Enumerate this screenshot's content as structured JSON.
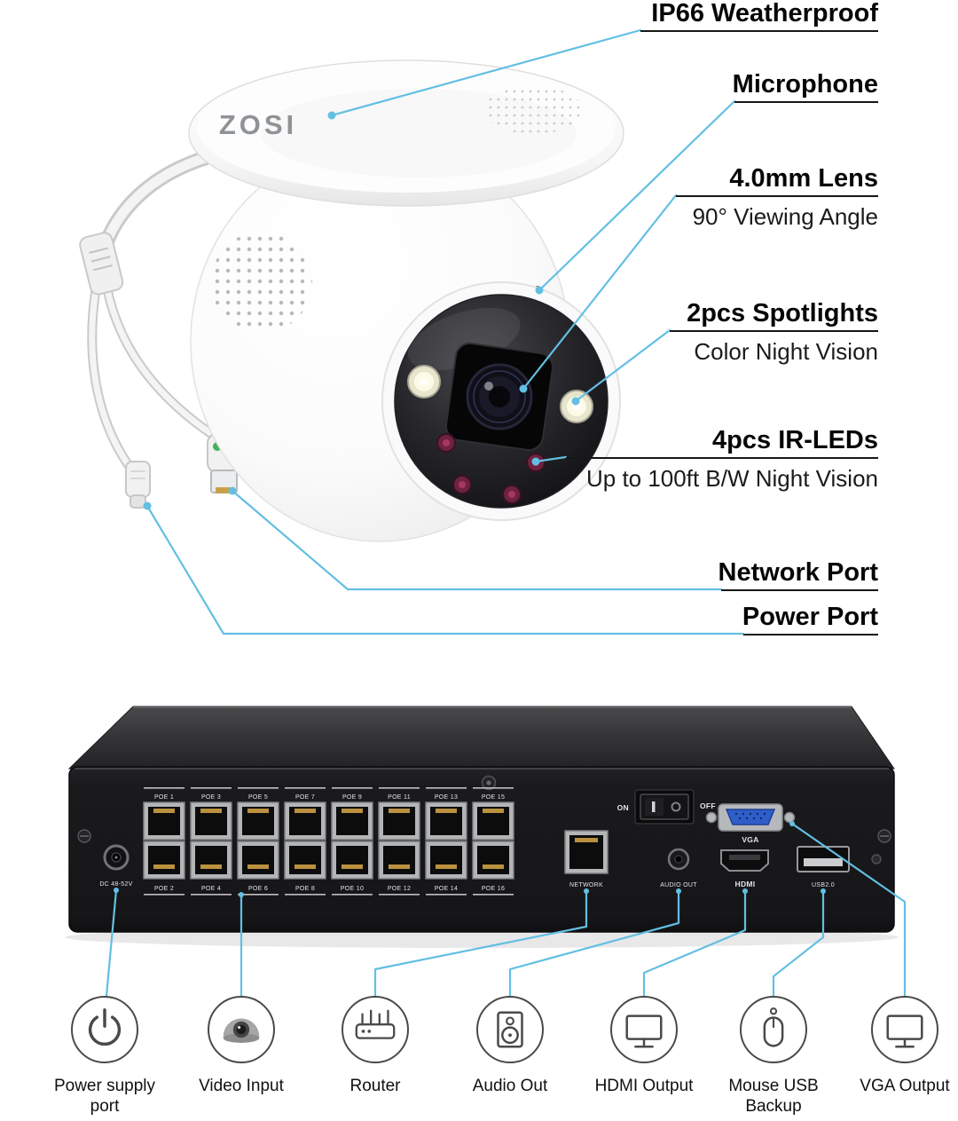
{
  "colors": {
    "leader_line": "#63bfe3",
    "vga_connector_blue": "#2e5ec8",
    "ir_led": "#6d2340",
    "legend_outline": "#4a4a4a",
    "nvr_body": "#1a1a1d"
  },
  "camera": {
    "brand": "ZOSI",
    "callouts": [
      {
        "title": "IP66 Weatherproof"
      },
      {
        "title": "Microphone"
      },
      {
        "title": "4.0mm Lens",
        "subtitle": "90° Viewing Angle"
      },
      {
        "title": "2pcs Spotlights",
        "subtitle": "Color Night Vision"
      },
      {
        "title": "4pcs IR-LEDs",
        "subtitle": "Up to 100ft B/W Night Vision"
      },
      {
        "title": "Network Port"
      },
      {
        "title": "Power Port"
      }
    ]
  },
  "nvr": {
    "power_label": "DC 48-52V",
    "poe_labels_top": [
      "POE 1",
      "POE 3",
      "POE 5",
      "POE 7",
      "POE 9",
      "POE 11",
      "POE 13",
      "POE 15"
    ],
    "poe_labels_bottom": [
      "POE 2",
      "POE 4",
      "POE 6",
      "POE 8",
      "POE 10",
      "POE 12",
      "POE 14",
      "POE 16"
    ],
    "network_label": "NETWORK",
    "audio_label": "AUDIO OUT",
    "hdmi_label": "HDMI",
    "usb_label": "USB2.0",
    "vga_label": "VGA",
    "switch_on": "ON",
    "switch_off": "OFF"
  },
  "legend": {
    "items": [
      {
        "icon": "power-icon",
        "label": "Power supply port"
      },
      {
        "icon": "dome-camera-icon",
        "label": "Video Input"
      },
      {
        "icon": "router-icon",
        "label": "Router"
      },
      {
        "icon": "speaker-icon",
        "label": "Audio Out"
      },
      {
        "icon": "monitor-icon",
        "label": "HDMI Output"
      },
      {
        "icon": "mouse-icon",
        "label": "Mouse USB Backup"
      },
      {
        "icon": "monitor-icon",
        "label": "VGA Output"
      }
    ]
  }
}
